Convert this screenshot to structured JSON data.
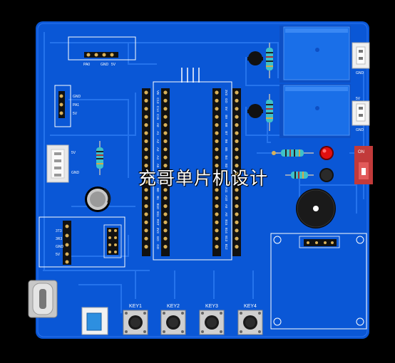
{
  "board": {
    "watermark": "充哥单片机设计",
    "top_header": {
      "labels": [
        "PA0",
        "GND",
        "5V"
      ]
    },
    "left_header": {
      "labels": [
        "GND",
        "PA1",
        "5V"
      ]
    },
    "power_connector": {
      "labels": [
        "5V",
        "GND"
      ]
    },
    "left_bottom_header": {
      "labels": [
        "3T3",
        "3R3",
        "GND",
        "5V"
      ]
    },
    "relay1_connector": {
      "label": "GND"
    },
    "relay2_connector": {
      "top_label": "5V",
      "label": "GND"
    },
    "switch": {
      "label": "ON"
    },
    "keys": [
      "KEY1",
      "KEY2",
      "KEY3",
      "KEY4"
    ],
    "mcu_left_pins": [
      "VB",
      "C13",
      "C14",
      "C15",
      "A0",
      "A1",
      "A2",
      "A3",
      "A4",
      "A5",
      "A6",
      "A7",
      "B0",
      "B1",
      "B10",
      "B11",
      "RST",
      "3V3",
      "GD",
      "GD"
    ],
    "mcu_right_pins": [
      "3V3",
      "GD",
      "5V",
      "B9",
      "B8",
      "B7",
      "B6",
      "B5",
      "B4",
      "B3",
      "A15",
      "A12",
      "A11",
      "A10",
      "A9",
      "A8",
      "B15",
      "B14",
      "B13",
      "B12"
    ],
    "colors": {
      "pcb": "#0a57d6",
      "pcb_dark": "#0642b0",
      "trace": "#2f7cf0",
      "relay": "#1a6fe8",
      "background": "#000000"
    }
  }
}
